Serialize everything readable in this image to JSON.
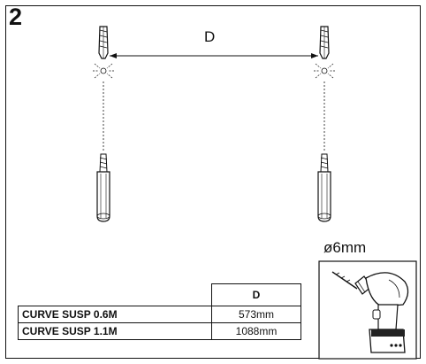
{
  "step": "2",
  "dimension_label": "D",
  "drill_size": "ø6mm",
  "table": {
    "header": "D",
    "rows": [
      {
        "name": "CURVE SUSP 0.6M",
        "value": "573mm"
      },
      {
        "name": "CURVE SUSP 1.1M",
        "value": "1088mm"
      }
    ]
  },
  "icons": [
    "wall-anchor-icon",
    "drill-icon"
  ]
}
